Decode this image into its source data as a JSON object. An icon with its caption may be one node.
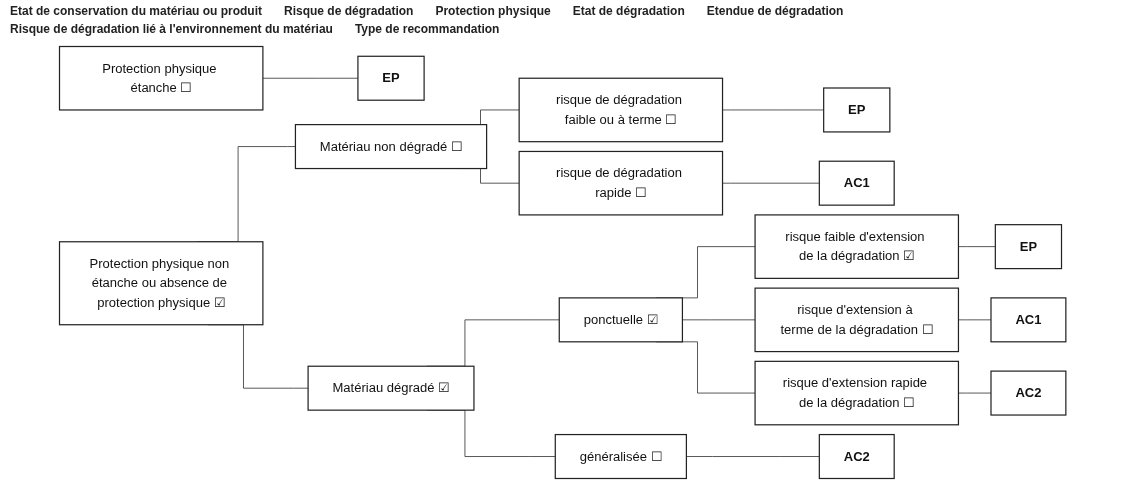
{
  "diagram": {
    "nodes": [
      {
        "text": [
          "Protection physique étanche ☐"
        ]
      },
      {
        "text": [
          "EP"
        ]
      },
      {
        "text": [
          "Protection physique non étanche ou absence de protection physique ☑"
        ]
      },
      {
        "text": [
          "Matériau non dégradé ☐"
        ]
      },
      {
        "text": [
          "Matériau dégradé ☑"
        ]
      },
      {
        "text": [
          "risque de dégradation faible ou à terme ☐"
        ]
      },
      {
        "text": [
          "EP"
        ]
      },
      {
        "text": [
          "risque de dégradation rapide ☐"
        ]
      },
      {
        "text": [
          "AC1"
        ]
      },
      {
        "text": [
          "ponctuelle ☑"
        ]
      },
      {
        "text": [
          "généralisée ☐"
        ]
      },
      {
        "text": [
          "risque faible d'extension de la dégradation ☑"
        ]
      },
      {
        "text": [
          "EP"
        ]
      },
      {
        "text": [
          "risque d'extension à terme de la dégradation ☐"
        ]
      },
      {
        "text": [
          "AC1"
        ]
      },
      {
        "text": [
          "risque d'extension rapide de la dégradation ☐"
        ]
      },
      {
        "text": [
          "AC2"
        ]
      },
      {
        "text": [
          "AC2"
        ]
      }
    ],
    "edges": [
      {
        "from": 0,
        "to": 1,
        "arrow": "none"
      },
      {
        "from": 2,
        "to": 3,
        "arrow": "none"
      },
      {
        "from": 2,
        "to": 4,
        "arrow": "none"
      },
      {
        "from": 3,
        "to": 5,
        "arrow": "none"
      },
      {
        "from": 3,
        "to": 7,
        "arrow": "none"
      },
      {
        "from": 5,
        "to": 6,
        "arrow": "none"
      },
      {
        "from": 7,
        "to": 8,
        "arrow": "none"
      },
      {
        "from": 4,
        "to": 9,
        "arrow": "none"
      },
      {
        "from": 4,
        "to": 10,
        "arrow": "none"
      },
      {
        "from": 9,
        "to": 11,
        "arrow": "none"
      },
      {
        "from": 9,
        "to": 13,
        "arrow": "none"
      },
      {
        "from": 9,
        "to": 15,
        "arrow": "none"
      },
      {
        "from": 11,
        "to": 12,
        "arrow": "none"
      },
      {
        "from": 13,
        "to": 14,
        "arrow": "none"
      },
      {
        "from": 15,
        "to": 16,
        "arrow": "none"
      },
      {
        "from": 10,
        "to": 17,
        "arrow": "none"
      }
    ],
    "labels": [
      "Etat de conservation du matériau ou produit",
      "Risque de dégradation",
      "Protection physique",
      "Etat de dégradation",
      "Etendue de dégradation",
      "Risque de dégradation lié à l'environnement du matériau",
      "Type de recommandation"
    ]
  }
}
